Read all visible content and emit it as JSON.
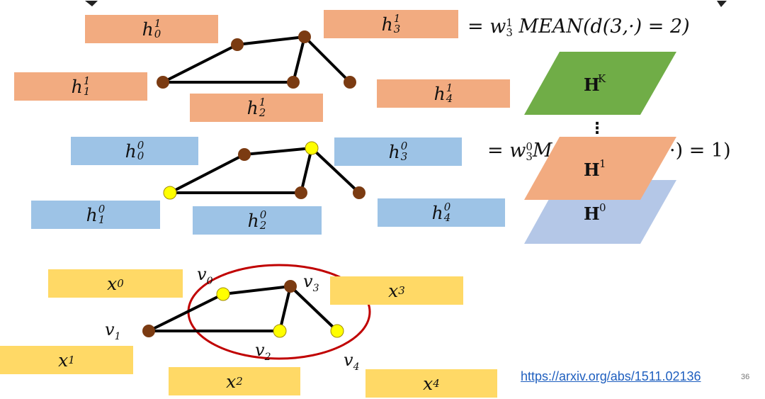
{
  "colors": {
    "orange": "#f2ab80",
    "blue": "#9dc3e6",
    "yellow": "#ffd966",
    "node_brown": "#7b3b12",
    "node_yellow": "#ffff00",
    "layer_green": "#70ad47",
    "layer_orange": "#f2ab80",
    "layer_blue": "#b4c7e7",
    "circle": "#c00000",
    "link": "#1f5fbf"
  },
  "layer1": {
    "boxes": [
      {
        "base": "h",
        "sub": "0",
        "sup": "1"
      },
      {
        "base": "h",
        "sub": "1",
        "sup": "1"
      },
      {
        "base": "h",
        "sub": "2",
        "sup": "1"
      },
      {
        "base": "h",
        "sub": "3",
        "sup": "1"
      },
      {
        "base": "h",
        "sub": "4",
        "sup": "1"
      }
    ],
    "equation": {
      "prefix": "= ",
      "w": "w",
      "w_sub": "3",
      "w_sup": "1",
      "func": "MEAN",
      "arg": "(d(3,·) = 2)"
    }
  },
  "layer0": {
    "boxes": [
      {
        "base": "h",
        "sub": "0",
        "sup": "0"
      },
      {
        "base": "h",
        "sub": "1",
        "sup": "0"
      },
      {
        "base": "h",
        "sub": "2",
        "sup": "0"
      },
      {
        "base": "h",
        "sub": "3",
        "sup": "0"
      },
      {
        "base": "h",
        "sub": "4",
        "sup": "0"
      }
    ],
    "equation": {
      "prefix": "= ",
      "w": "w",
      "w_sub": "3",
      "w_sup": "0",
      "func_visible": "M",
      "arg_visible": "·) = 1)"
    }
  },
  "input": {
    "boxes": [
      {
        "base": "x",
        "sub": "0"
      },
      {
        "base": "x",
        "sub": "1"
      },
      {
        "base": "x",
        "sub": "2"
      },
      {
        "base": "x",
        "sub": "3"
      },
      {
        "base": "x",
        "sub": "4"
      }
    ],
    "vertex_labels": [
      {
        "base": "v",
        "sub": "0"
      },
      {
        "base": "v",
        "sub": "1"
      },
      {
        "base": "v",
        "sub": "2"
      },
      {
        "base": "v",
        "sub": "3"
      },
      {
        "base": "v",
        "sub": "4"
      }
    ]
  },
  "layer_stack": {
    "top": {
      "base": "H",
      "sup": "K"
    },
    "dots": "⋮",
    "middle": {
      "base": "H",
      "sup": "1"
    },
    "bottom": {
      "base": "H",
      "sup": "0"
    }
  },
  "footer": {
    "link": "https://arxiv.org/abs/1511.02136",
    "page_number": "36"
  }
}
